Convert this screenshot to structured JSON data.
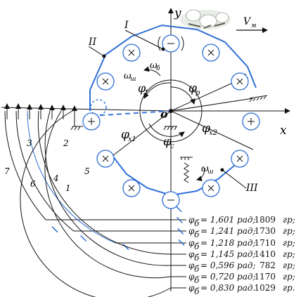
{
  "labels": {
    "axis_x": "x",
    "axis_y": "y",
    "origin": "o",
    "velocity": "V",
    "velocity_sub": "м",
    "roman_1": "I",
    "roman_2": "II",
    "roman_3": "III",
    "omega_b": "ω",
    "omega_b_sub": "б",
    "omega_sh": "ω",
    "omega_sh_sub": "ш",
    "omega_sh2": "ω",
    "omega_sh2_sub": "ш",
    "phi_1": "φ",
    "phi_1_sub": "1",
    "phi_p": "φ",
    "phi_p_sub": "p",
    "phi_x1": "φ",
    "phi_x1_sub": "x1",
    "phi_c": "φ",
    "phi_c_sub": "c",
    "phi_x2": "φ",
    "phi_x2_sub": "x2"
  },
  "arc_numbers": [
    "7",
    "3",
    "6",
    "4",
    "2",
    "1",
    "5"
  ],
  "legend": [
    {
      "symbol": "φ",
      "sub": "б",
      "value": "= 1,601 рад;",
      "count": "1809",
      "unit": "гр;"
    },
    {
      "symbol": "φ",
      "sub": "б",
      "value": "= 1,241 рад;",
      "count": "1730",
      "unit": "гр;"
    },
    {
      "symbol": "φ",
      "sub": "б",
      "value": "= 1,218 рад;",
      "count": "1710",
      "unit": "гр;"
    },
    {
      "symbol": "φ",
      "sub": "б",
      "value": "= 1,145 рад;",
      "count": "1410",
      "unit": "гр;"
    },
    {
      "symbol": "φ",
      "sub": "б",
      "value": "= 0,596 рад;",
      "count": "782",
      "unit": "гр;"
    },
    {
      "symbol": "φ",
      "sub": "б",
      "value": "= 0,720 рад;",
      "count": "1170",
      "unit": "гр;"
    },
    {
      "symbol": "φ",
      "sub": "б",
      "value": "= 0,830 рад.",
      "count": "1029",
      "unit": "гр."
    }
  ],
  "colors": {
    "line": "#111111",
    "blue": "#2f6fd6",
    "dash_blue": "#3a78dc"
  }
}
